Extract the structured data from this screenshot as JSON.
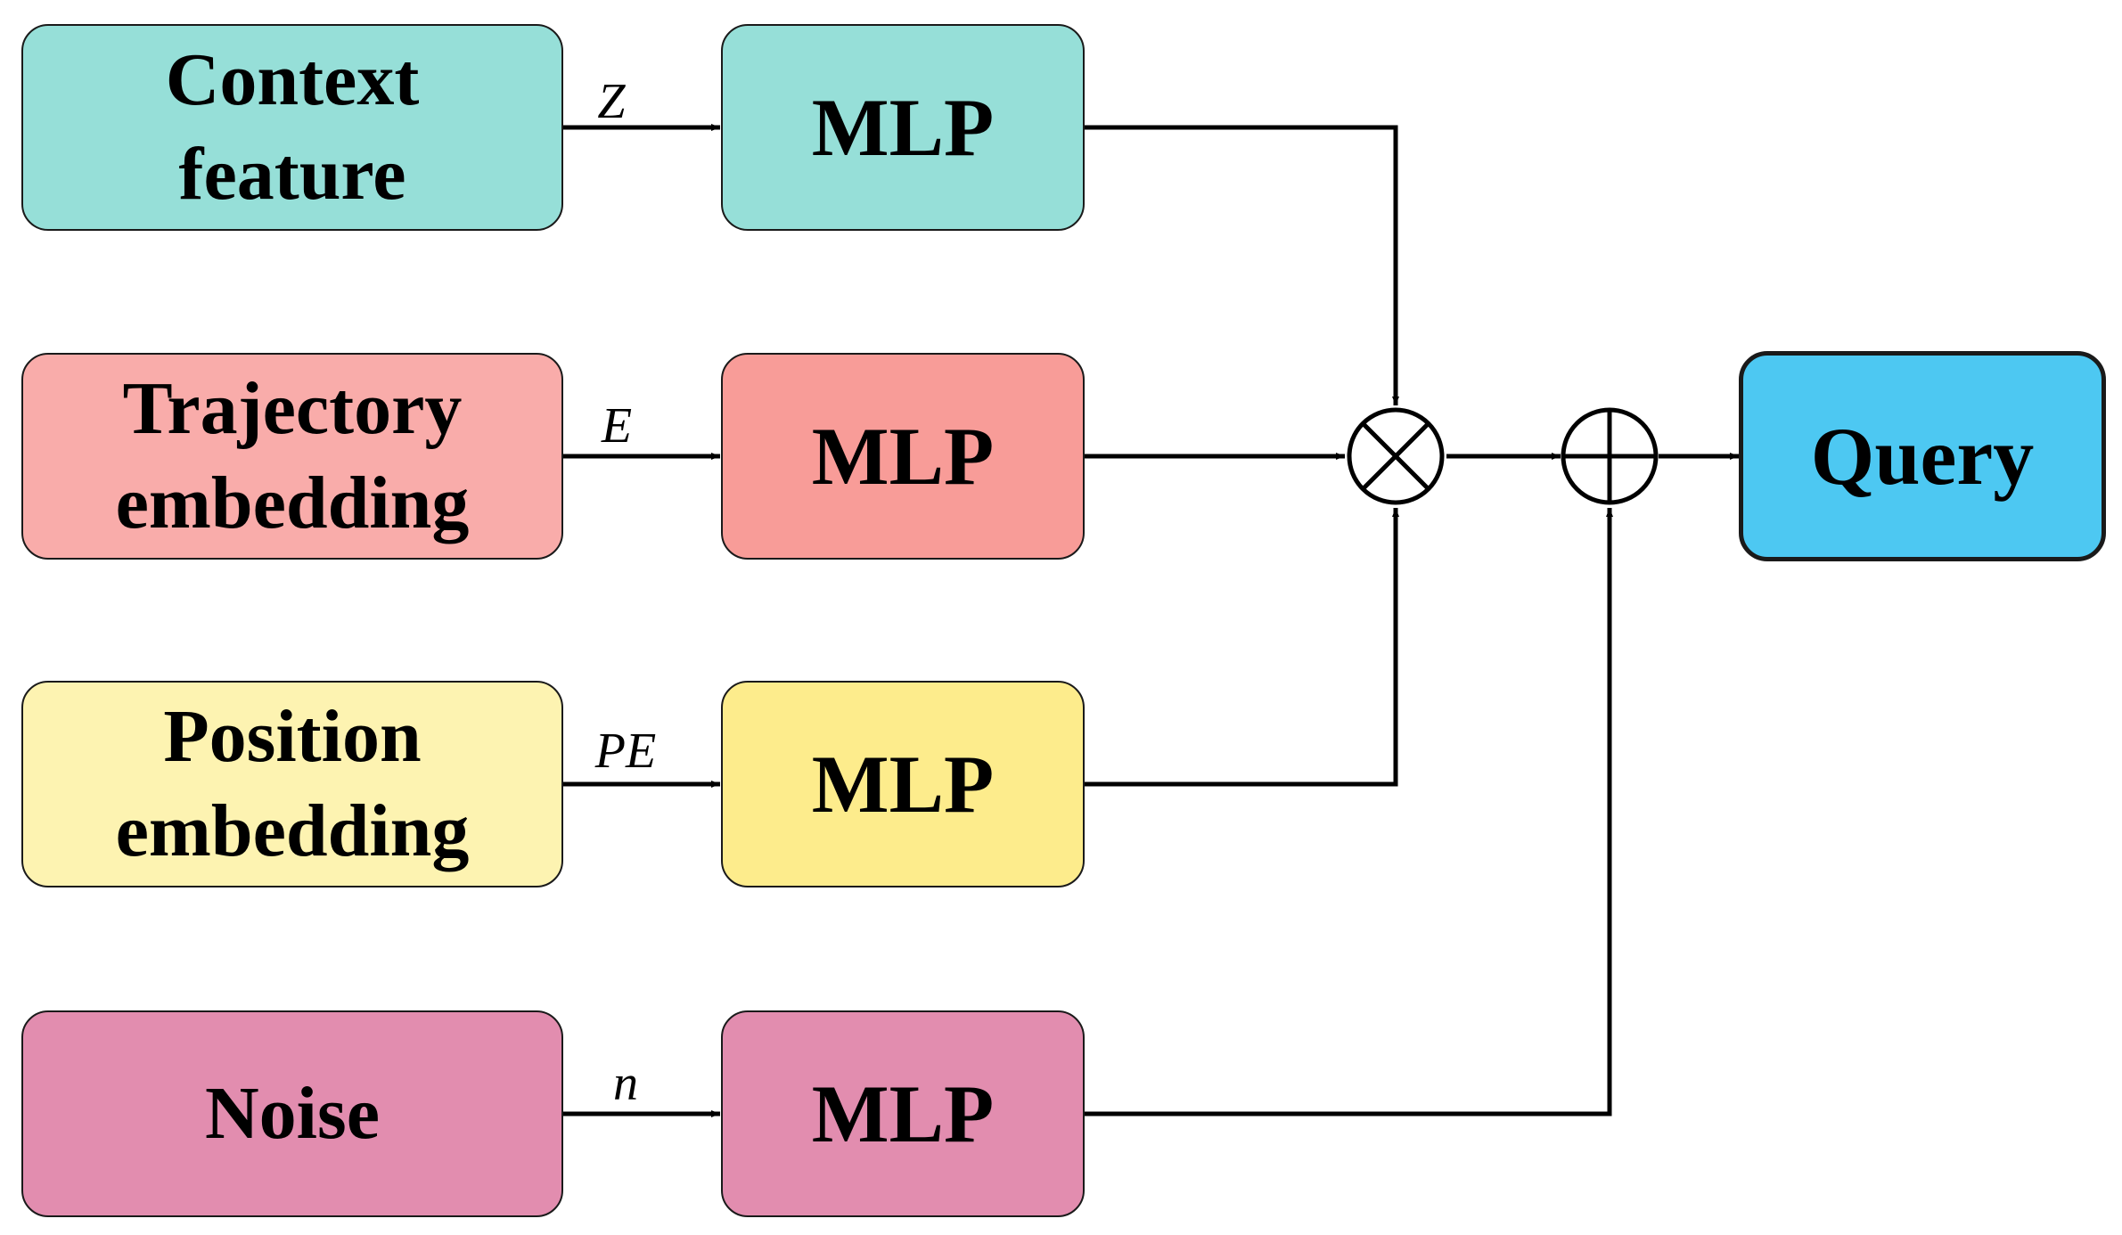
{
  "inputs": [
    {
      "label": "Context\nfeature",
      "var": "Z",
      "color": "#96DFD8"
    },
    {
      "label": "Trajectory\nembedding",
      "var": "E",
      "color": "#F9ACAA"
    },
    {
      "label": "Position\nembedding",
      "var": "PE",
      "color": "#FDF3B1"
    },
    {
      "label": "Noise",
      "var": "n",
      "color": "#E28DAF"
    }
  ],
  "mlps": [
    {
      "label": "MLP",
      "color": "#96DFD8"
    },
    {
      "label": "MLP",
      "color": "#F89C98"
    },
    {
      "label": "MLP",
      "color": "#FDEC8C"
    },
    {
      "label": "MLP",
      "color": "#E28DAF"
    }
  ],
  "operators": {
    "multiply": "⊗",
    "add": "⊕"
  },
  "output": {
    "label": "Query",
    "color": "#4DC8F2"
  }
}
